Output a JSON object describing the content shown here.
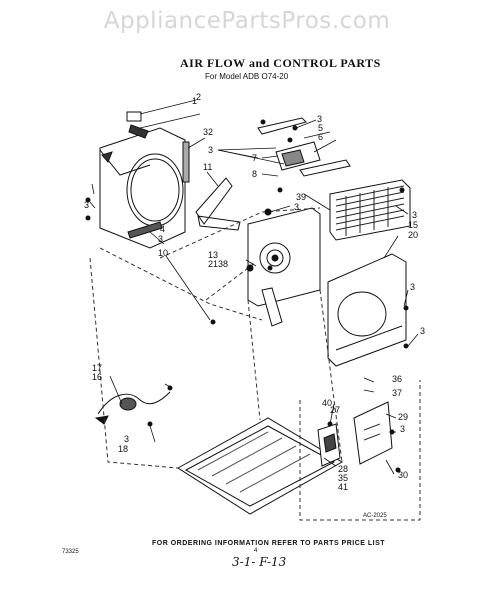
{
  "watermark": "AppliancePartsPros.com",
  "title": "AIR FLOW and CONTROL PARTS",
  "subtitle": "For Model ADB O74-20",
  "footer": "FOR ORDERING INFORMATION REFER TO PARTS PRICE LIST",
  "code_left": "73325",
  "page_number": "4",
  "handwritten_note": "3-1- F-13",
  "drawing_code": "AC-2025",
  "callouts": [
    {
      "id": "c1",
      "label": "1"
    },
    {
      "id": "c2",
      "label": "2"
    },
    {
      "id": "c3a",
      "label": "3"
    },
    {
      "id": "c3b",
      "label": "3"
    },
    {
      "id": "c3c",
      "label": "3"
    },
    {
      "id": "c3d",
      "label": "3"
    },
    {
      "id": "c3e",
      "label": "3"
    },
    {
      "id": "c3f",
      "label": "3"
    },
    {
      "id": "c3g",
      "label": "3"
    },
    {
      "id": "c3h",
      "label": "3"
    },
    {
      "id": "c3i",
      "label": "3"
    },
    {
      "id": "c3j",
      "label": "3"
    },
    {
      "id": "c4",
      "label": "4"
    },
    {
      "id": "c5",
      "label": "5"
    },
    {
      "id": "c6",
      "label": "6"
    },
    {
      "id": "c7",
      "label": "7"
    },
    {
      "id": "c8",
      "label": "8"
    },
    {
      "id": "c10",
      "label": "10"
    },
    {
      "id": "c11",
      "label": "11"
    },
    {
      "id": "c13",
      "label": "13"
    },
    {
      "id": "c15",
      "label": "15"
    },
    {
      "id": "c16",
      "label": "16"
    },
    {
      "id": "c17",
      "label": "17"
    },
    {
      "id": "c18",
      "label": "18"
    },
    {
      "id": "c20",
      "label": "20"
    },
    {
      "id": "c21",
      "label": "21"
    },
    {
      "id": "c27",
      "label": "27"
    },
    {
      "id": "c28",
      "label": "28"
    },
    {
      "id": "c29",
      "label": "29"
    },
    {
      "id": "c30",
      "label": "30"
    },
    {
      "id": "c32",
      "label": "32"
    },
    {
      "id": "c35",
      "label": "35"
    },
    {
      "id": "c36",
      "label": "36"
    },
    {
      "id": "c37",
      "label": "37"
    },
    {
      "id": "c38",
      "label": "38"
    },
    {
      "id": "c39",
      "label": "39"
    },
    {
      "id": "c40",
      "label": "40"
    },
    {
      "id": "c41",
      "label": "41"
    }
  ]
}
